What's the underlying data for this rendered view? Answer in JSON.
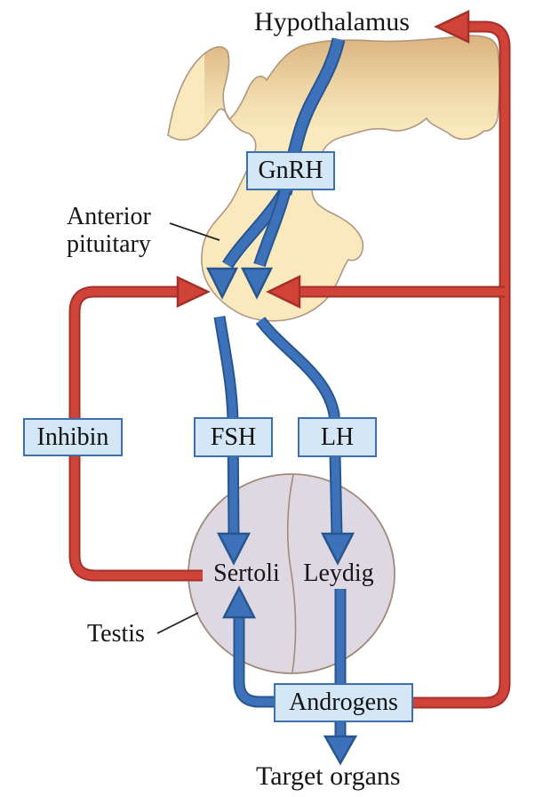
{
  "diagram": {
    "organs": {
      "hypothalamus": "Hypothalamus",
      "anterior_pituitary": {
        "line1": "Anterior",
        "line2": "pituitary"
      },
      "testis": "Testis",
      "sertoli": "Sertoli",
      "leydig": "Leydig",
      "target_organs": "Target organs"
    },
    "hormones": {
      "gnrh": "GnRH",
      "inhibin": "Inhibin",
      "fsh": "FSH",
      "lh": "LH",
      "androgens": "Androgens"
    },
    "colors": {
      "stimulatory_pathway_blue": "#3d72ba",
      "inhibitory_feedback_red": "#cf4338",
      "hormone_box_fill": "#d4e7f6",
      "hormone_box_border": "#3e6fae",
      "gland_fill": "#f9e9bc",
      "gland_outline": "#ad9886",
      "testis_fill": "#ded8e3",
      "testis_outline": "#a08b7b"
    }
  }
}
